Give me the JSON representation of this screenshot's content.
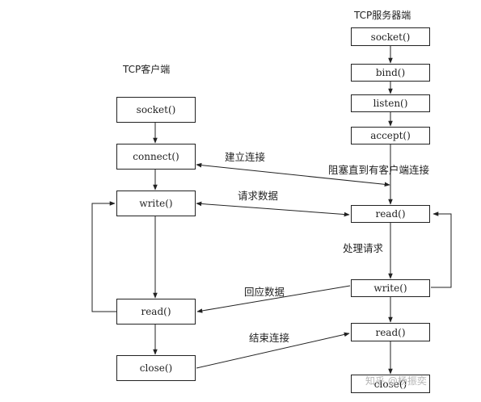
{
  "headers": {
    "client": "TCP客户端",
    "server": "TCP服务器端"
  },
  "client_boxes": {
    "socket": "socket()",
    "connect": "connect()",
    "write": "write()",
    "read": "read()",
    "close": "close()"
  },
  "server_boxes": {
    "socket": "socket()",
    "bind": "bind()",
    "listen": "listen()",
    "accept": "accept()",
    "read1": "read()",
    "write": "write()",
    "read2": "read()",
    "close": "close()"
  },
  "labels": {
    "connect": "建立连接",
    "block": "阻塞直到有客户端连接",
    "request": "请求数据",
    "process": "处理请求",
    "reply": "回应数据",
    "end": "结束连接"
  },
  "watermark": "知乎 @杨振奕"
}
